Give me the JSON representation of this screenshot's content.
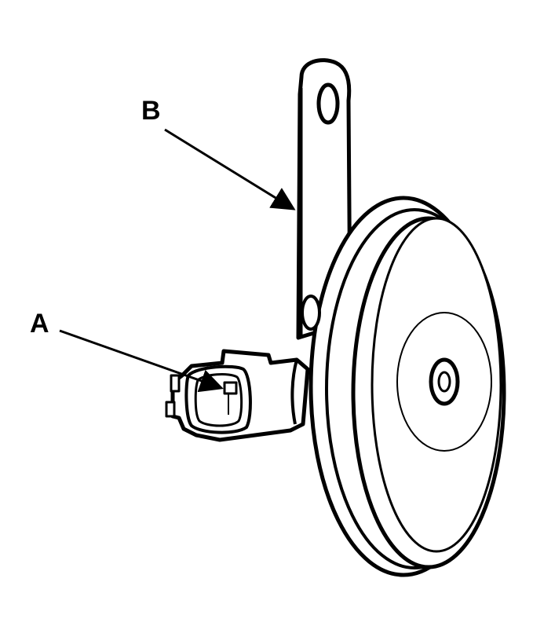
{
  "diagram": {
    "callouts": [
      {
        "id": "A",
        "label": "A"
      },
      {
        "id": "B",
        "label": "B"
      }
    ],
    "colors": {
      "line": "#000000",
      "fill": "#ffffff"
    }
  }
}
